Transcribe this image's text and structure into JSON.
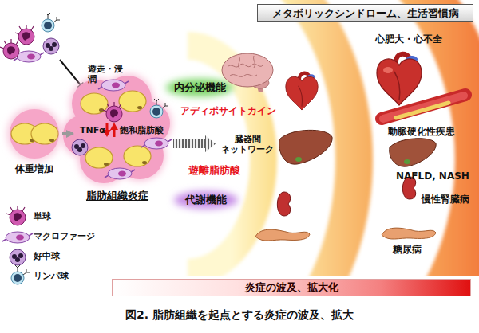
{
  "diagram": {
    "caption": "図2. 脂肪組織を起点とする炎症の波及、拡大",
    "nodes": [
      {
        "text": [
          "メタボリックシンドローム、生活習慣病"
        ]
      },
      {
        "text": [
          "体重増加"
        ]
      },
      {
        "text": [
          "TNFα",
          "飽和脂肪酸",
          "脂肪組織炎症"
        ]
      },
      {
        "text": [
          "炎症の波及、拡大化"
        ]
      }
    ],
    "edges": [
      {
        "from": 1,
        "to": 2,
        "arrow": "to"
      }
    ],
    "labels": [
      "遊走・浸潤",
      "内分泌機能",
      "アディポサイトカイン",
      "臓器間 ネットワーク",
      "遊離脂肪酸",
      "代謝機能",
      "心肥大・心不全",
      "動脈硬化性疾患",
      "NAFLD, NASH",
      "慢性腎臓病",
      "糖尿病"
    ],
    "legend": [
      {
        "text": "単球"
      },
      {
        "text": "マクロファージ"
      },
      {
        "text": "好中球"
      },
      {
        "text": "リンパ球"
      }
    ]
  }
}
